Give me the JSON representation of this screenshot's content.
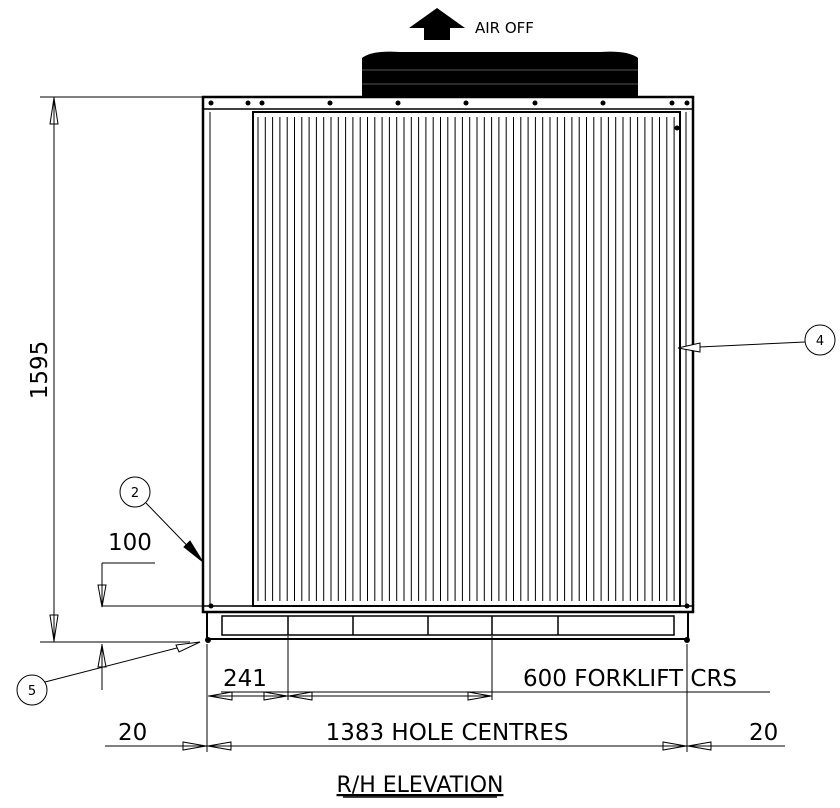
{
  "drawing": {
    "title": "R/H ELEVATION",
    "air_direction": "AIR OFF",
    "dimensions": {
      "height": "1595",
      "offset_100": "100",
      "d241": "241",
      "forklift": "600 FORKLIFT CRS",
      "hole_centres": "1383 HOLE CENTRES",
      "left_20": "20",
      "right_20": "20"
    },
    "callouts": [
      "2",
      "4",
      "5"
    ]
  }
}
